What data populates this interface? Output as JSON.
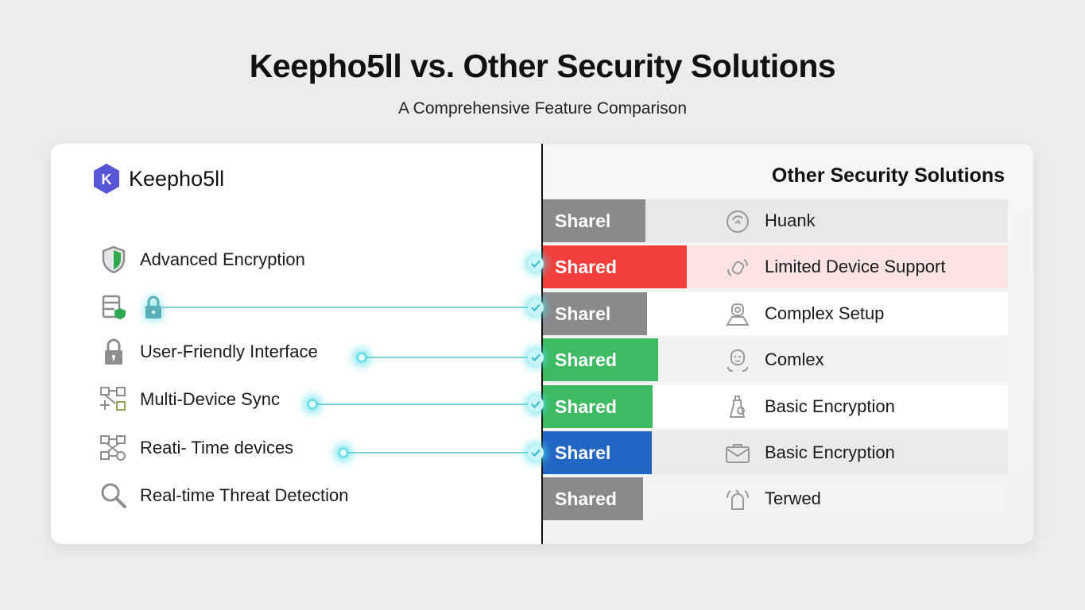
{
  "header": {
    "title": "Keepho5ll vs. Other Security Solutions",
    "subtitle": "A Comprehensive Feature Comparison"
  },
  "left": {
    "brand": {
      "logo_letter": "K",
      "name": "Keepho5ll",
      "logo_color": "#5856d6"
    },
    "features": [
      {
        "icon": "shield-icon",
        "label": "Advanced Encryption"
      },
      {
        "icon": "server-shield-icon",
        "label": "",
        "extra_icon": "lock-icon"
      },
      {
        "icon": "lock-icon",
        "label": "User-Friendly Interface"
      },
      {
        "icon": "sync-devices-icon",
        "label": "Multi-Device Sync"
      },
      {
        "icon": "network-icon",
        "label": "Reati- Time devices"
      },
      {
        "icon": "search-icon",
        "label": "Real-time Threat Detection"
      }
    ]
  },
  "right": {
    "title": "Other Security Solutions",
    "rows": [
      {
        "bar_label": "Sharel",
        "bar_color": "#8a8a8c",
        "row_bg": "#e8e8ea",
        "icon": "refresh-circle-icon",
        "label": "Huank"
      },
      {
        "bar_label": "Shared",
        "bar_color": "#f23f3a",
        "row_bg": "#fbe3e1",
        "icon": "device-scan-icon",
        "label": "Limited Device Support"
      },
      {
        "bar_label": "Sharel",
        "bar_color": "#8a8a8c",
        "row_bg": "#ffffff",
        "icon": "user-setup-icon",
        "label": "Complex Setup"
      },
      {
        "bar_label": "Shared",
        "bar_color": "#3dba62",
        "row_bg": "#f1f1f1",
        "icon": "face-icon",
        "label": "Comlex"
      },
      {
        "bar_label": "Shared",
        "bar_color": "#3dba62",
        "row_bg": "#ffffff",
        "icon": "bottle-icon",
        "label": "Basic Encryption"
      },
      {
        "bar_label": "Sharel",
        "bar_color": "#2266c4",
        "row_bg": "#eaeaea",
        "icon": "mail-icon",
        "label": "Basic Encryption"
      },
      {
        "bar_label": "Shared",
        "bar_color": "#8a8a8c",
        "row_bg": "#f3f3f3",
        "icon": "alarm-icon",
        "label": "Terwed"
      }
    ]
  },
  "colors": {
    "connector": "#5fc8cf",
    "glow": "#6fe0e8",
    "divider": "#111111"
  }
}
